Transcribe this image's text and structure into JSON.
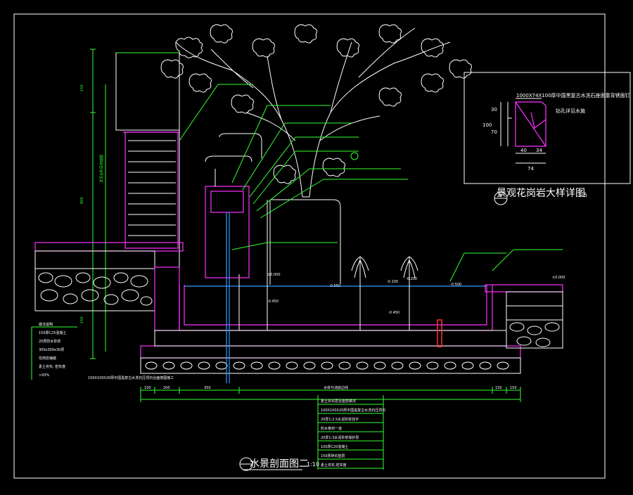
{
  "detail_box": {
    "note_line1": "1000X74X100厚中国黑复古水洗石座面靠背锈面钉",
    "note_line2": "钻孔详见水施",
    "dims": {
      "h_top": "30",
      "h_mid": "70",
      "h_total": "100",
      "w_left": "40",
      "w_right": "34",
      "w_total": "74"
    }
  },
  "detail_title": {
    "marker": "A",
    "text": "景观花岗岩大样详图",
    "scale": "1:5"
  },
  "section_title": {
    "text": "水景剖面图二",
    "scale": "1:10"
  },
  "elevations": [
    "±0.000",
    "-0.100",
    "-0.200",
    "-0.450",
    "-0.550",
    "-0.450",
    "-0.500",
    "±0.000"
  ],
  "spec_rows": [
    "素土夯实层及垫层做法",
    "100X100X20厚中国黑复古水洗石压顶石",
    "20厚1:2.5水泥砂浆找平",
    "防水卷材一道",
    "20厚1:3水泥砂浆保护层",
    "100厚C20混凝土",
    "150厚碎石垫层",
    "素土夯实,密实度"
  ],
  "left_notes": [
    "做法说明",
    "150厚C25混凝土",
    "20厚防水砂浆",
    "300x300x30厚",
    "花岗岩铺装",
    "素土夯实, 密实度",
    ">93%"
  ],
  "bottom_dims": [
    "150",
    "200",
    "350",
    "水体与池底边线",
    "150",
    "150"
  ],
  "left_dims": [
    "150",
    "800",
    "150"
  ],
  "left_vertical_label": "详见台阶段剖面图",
  "bottom_left_note": "100X100X20厚中国黑复古水洗石压顶石台面按图施工"
}
